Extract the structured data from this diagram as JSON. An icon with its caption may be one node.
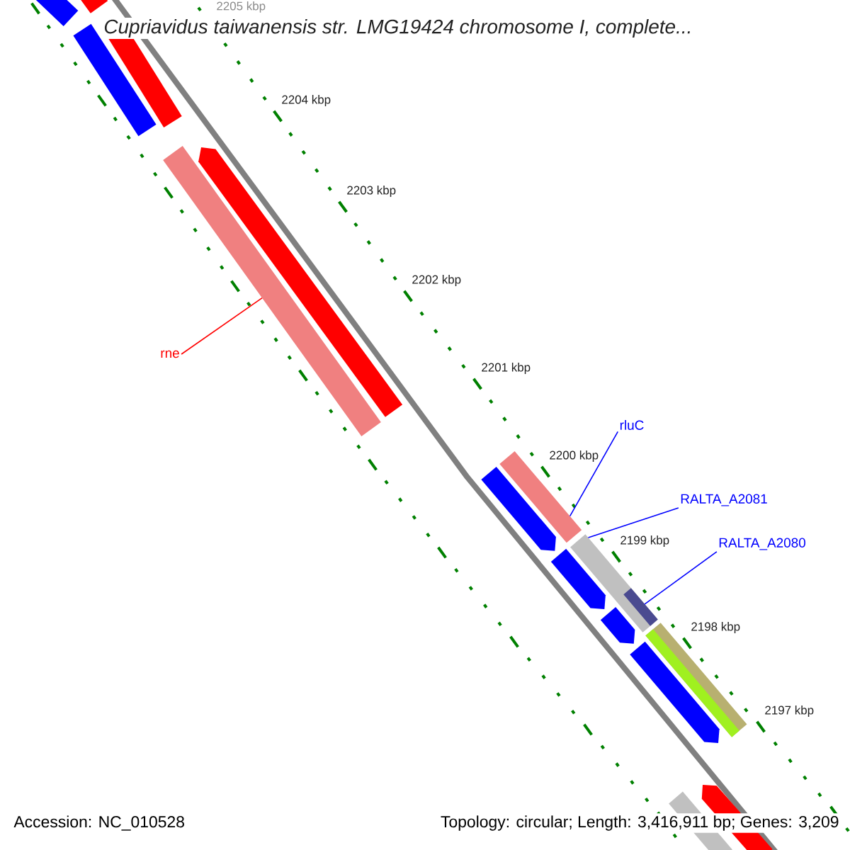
{
  "diagram": {
    "title": "Cupriavidus taiwanensis str. LMG19424 chromosome I, complete...",
    "nodes": [
      {
        "text": [
          "rne"
        ]
      },
      {
        "text": [],
        "shape": "bar"
      },
      {
        "text": [
          "rluC"
        ]
      },
      {
        "text": [],
        "shape": "bar"
      },
      {
        "text": [
          "RALTA_A2081"
        ]
      },
      {
        "text": [],
        "shape": "bar"
      },
      {
        "text": [
          "RALTA_A2080"
        ]
      },
      {
        "text": [],
        "shape": "bar",
        "in": 5
      }
    ],
    "edges": [
      {
        "from": 0,
        "to": 1,
        "arrow": "none",
        "color": "#ff0000"
      },
      {
        "from": 2,
        "to": 3,
        "arrow": "none"
      },
      {
        "from": 4,
        "to": 5,
        "arrow": "none"
      },
      {
        "from": 6,
        "to": 7,
        "arrow": "none"
      }
    ],
    "labels": [
      "2205 kbp",
      "2204 kbp",
      "2203 kbp",
      "2202 kbp",
      "2201 kbp",
      "2200 kbp",
      "2199 kbp",
      "2198 kbp",
      "2197 kbp",
      "Accession: NC_010528",
      "Topology: circular; Length: 3,416,911 bp; Genes: 3,209"
    ]
  }
}
